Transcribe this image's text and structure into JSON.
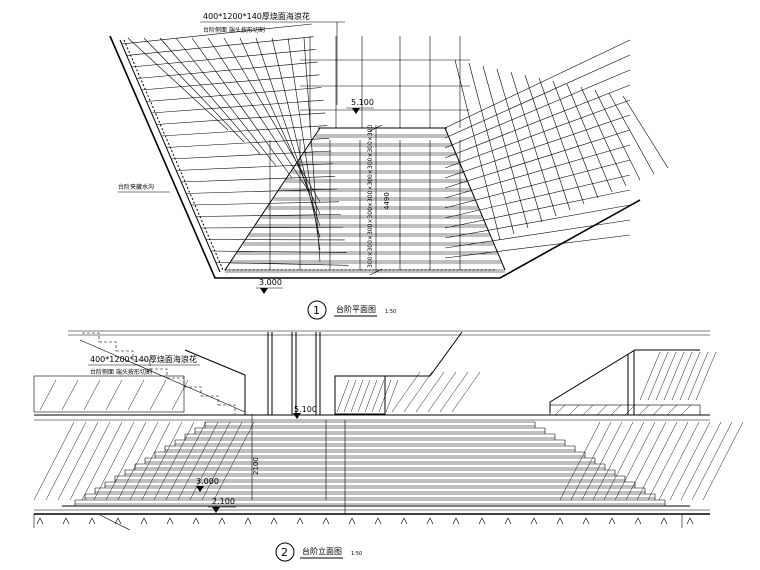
{
  "plan": {
    "callout_material": "400*1200*140厚烧面海浪花",
    "callout_note": "台阶侧面 端头按形切割",
    "side_label": "台阶夹藏水沟",
    "elev_top": "5.100",
    "elev_bottom": "3.000",
    "dim_vertical": "4490",
    "dim_repeat": "300×300×300×300×300×300×300×300×300",
    "title_number": "1",
    "title": "台阶平面图",
    "scale": "1:50"
  },
  "elevation": {
    "callout_material": "400*1200*140厚烧面海浪花",
    "callout_note": "台阶侧面 端头按形切割",
    "elev_top": "5.100",
    "elev_mid": "3.000",
    "elev_bottom": "2.100",
    "dim_vertical": "2100",
    "title_number": "2",
    "title": "台阶立面图",
    "scale": "1:50"
  }
}
